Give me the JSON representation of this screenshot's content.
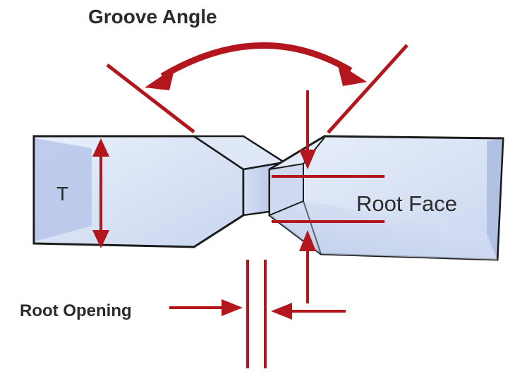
{
  "labels": {
    "groove_angle": "Groove Angle",
    "thickness": "T",
    "root_face": "Root Face",
    "root_opening": "Root Opening"
  },
  "colors": {
    "plate_face_light": "#e3ecf9",
    "plate_face_mid": "#c7d4ee",
    "plate_face_dark": "#a9b8df",
    "plate_outline": "#1b1b1b",
    "dimension_red": "#b3161c",
    "text_dark": "#2b2b2b"
  },
  "icons": {
    "groove_angle_arrow": "curved-double-arrow-icon",
    "thickness_arrow": "vertical-double-arrow-icon",
    "root_opening_arrows": "inward-arrows-icon"
  }
}
